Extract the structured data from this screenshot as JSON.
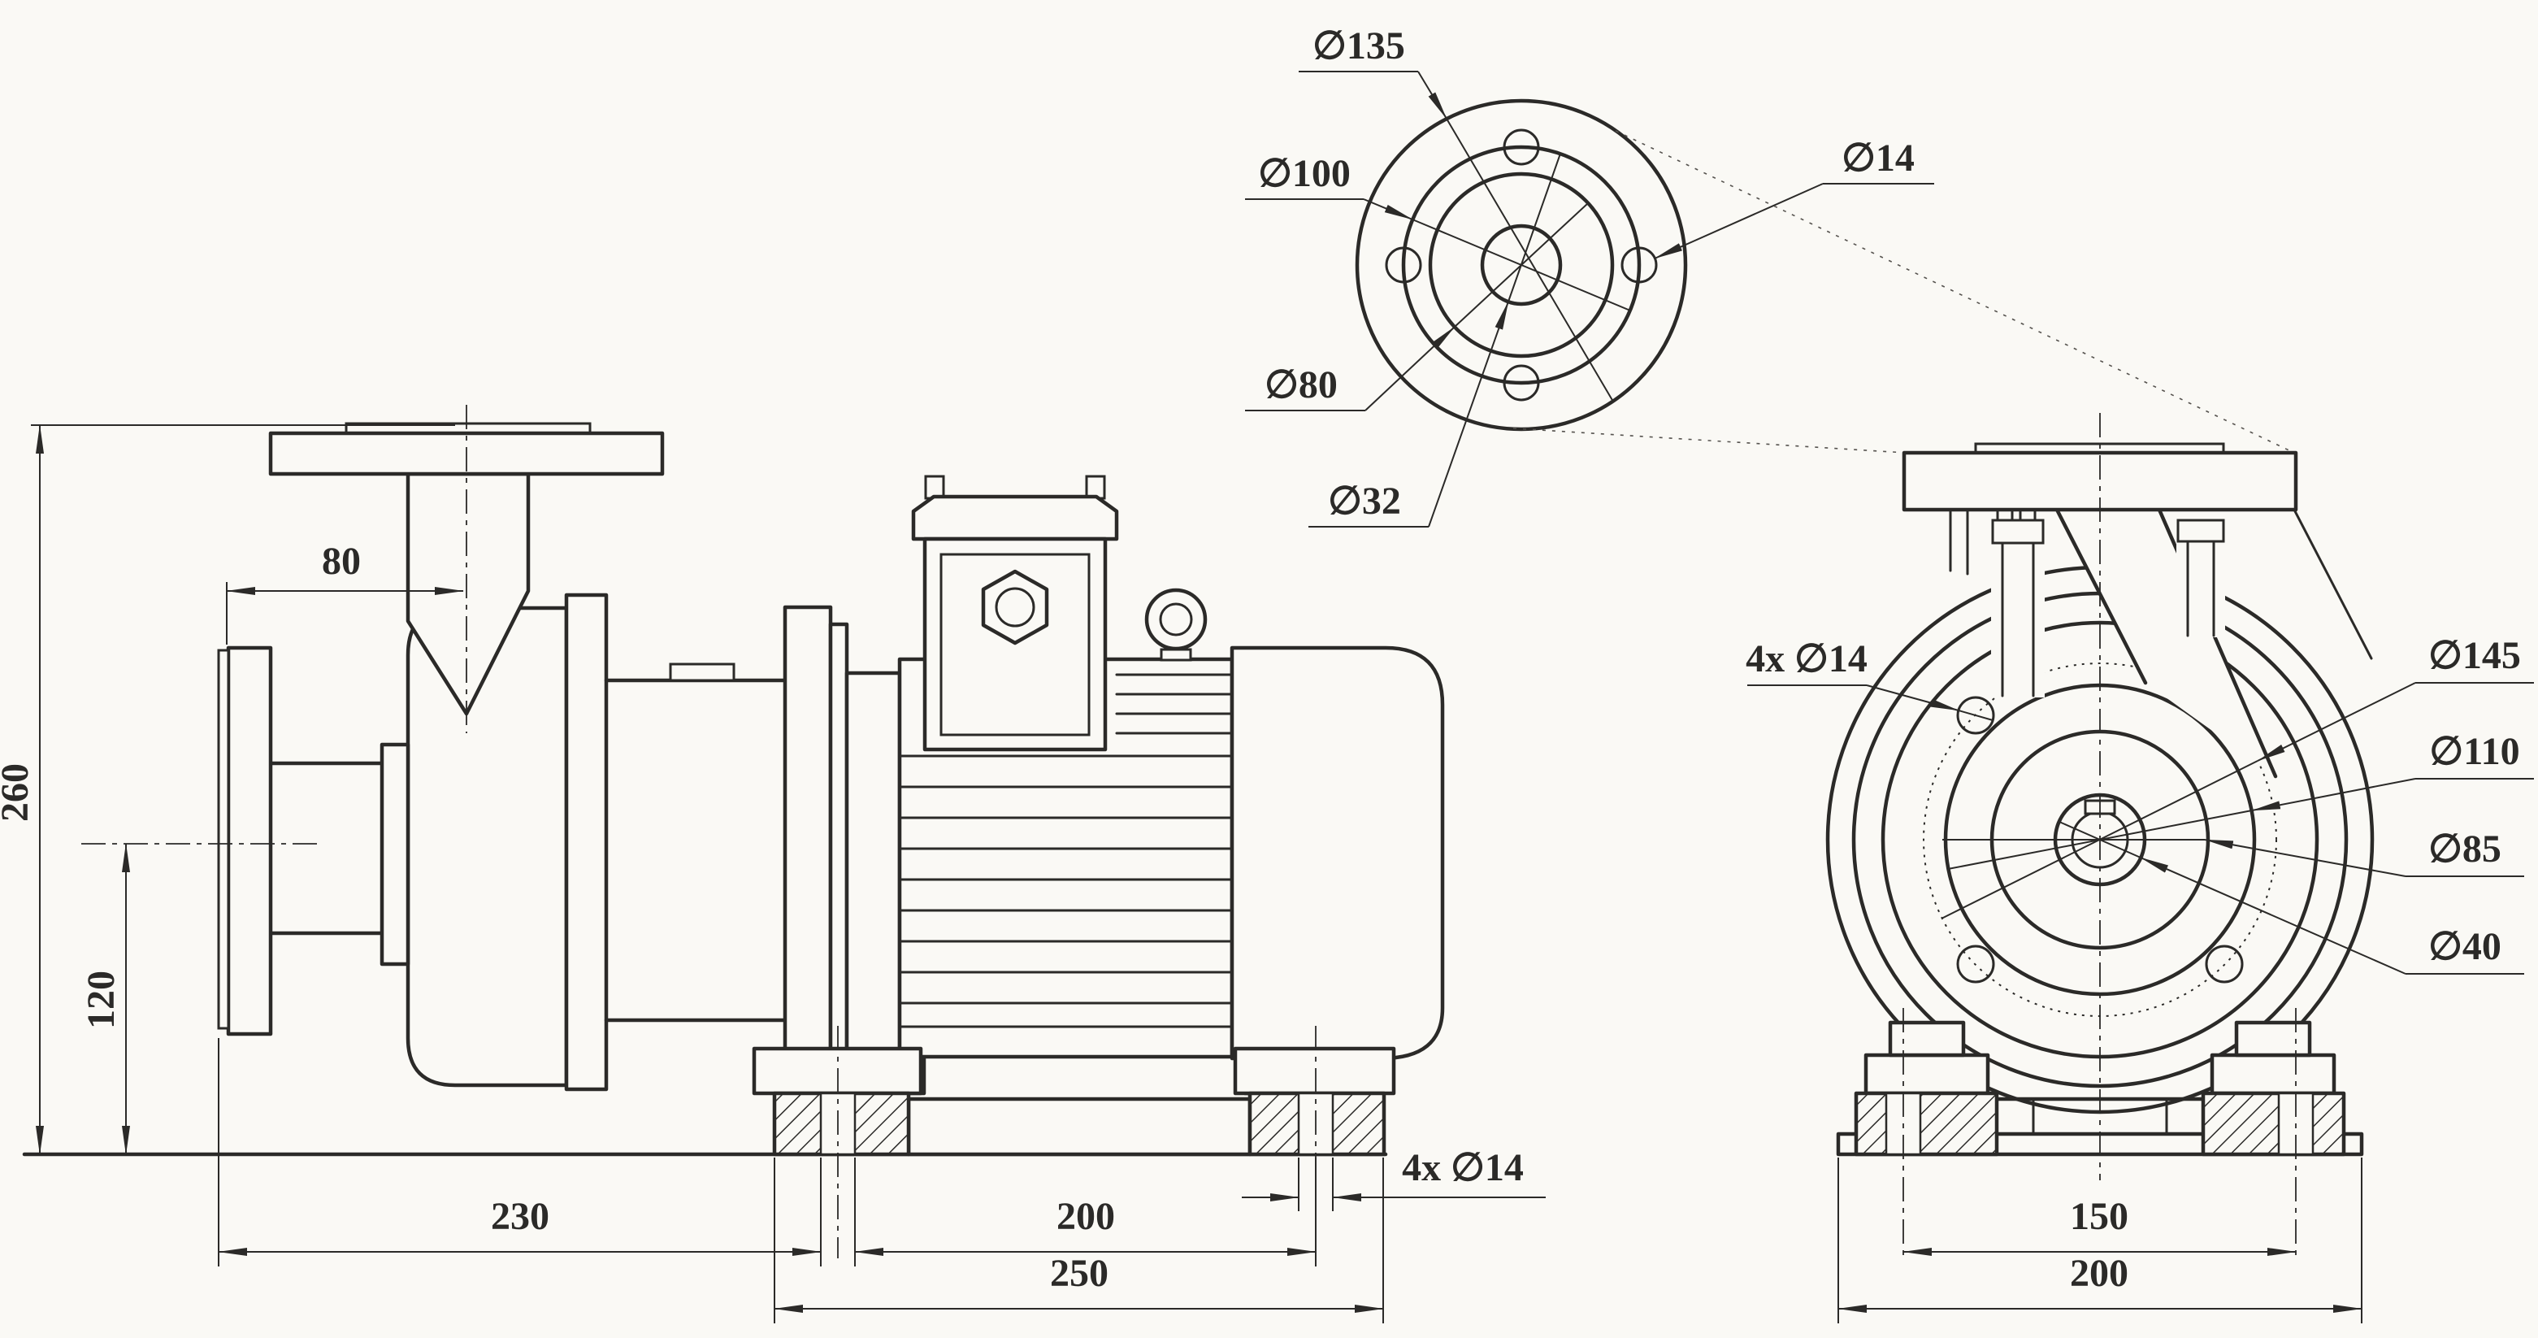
{
  "drawing": {
    "paper_color": "#faf9f5",
    "line_color": "#2b2a28",
    "side_view": {
      "dim_overall_height": "260",
      "dim_axis_height": "120",
      "dim_suction_face_to_discharge_axis": "80",
      "dim_suction_face_to_front_foot": "230",
      "dim_foot_bolt_spacing": "200",
      "dim_base_length": "250",
      "dim_foot_bolt_holes": "4x ∅14"
    },
    "discharge_flange_detail": {
      "dim_flange_od": "∅135",
      "dim_bolt_circle": "∅100",
      "dim_raised_face": "∅80",
      "dim_bore": "∅32",
      "dim_bolt_hole": "∅14"
    },
    "end_view": {
      "dim_flange_bolt_holes": "4x ∅14",
      "dim_bolt_circle": "∅145",
      "dim_spigot": "∅110",
      "dim_hub": "∅85",
      "dim_shaft": "∅40",
      "dim_foot_bolt_spacing": "150",
      "dim_base_width": "200"
    }
  }
}
